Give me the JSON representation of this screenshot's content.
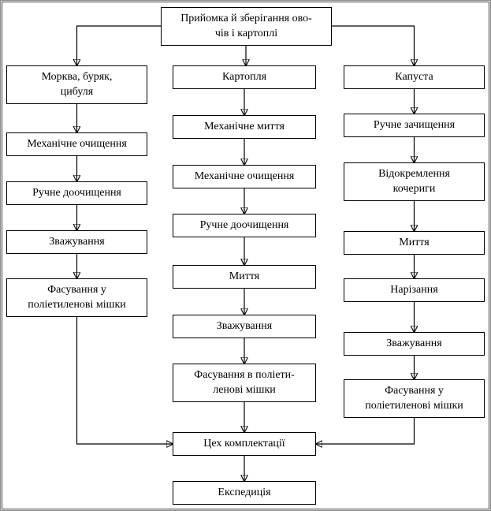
{
  "nodes": {
    "root": "Прийомка й зберігання ово-\nчів і картоплі",
    "left": [
      "Морква, буряк,\nцибуля",
      "Механічне очищення",
      "Ручне доочищення",
      "Зважування",
      "Фасування у\nполіетиленові мішки"
    ],
    "middle": [
      "Картопля",
      "Механічне миття",
      "Механічне очищення",
      "Ручне доочищення",
      "Миття",
      "Зважування",
      "Фасування в поліети-\nленові мішки"
    ],
    "right": [
      "Капуста",
      "Ручне зачищення",
      "Відокремлення\nкочериги",
      "Миття",
      "Нарізання",
      "Зважування",
      "Фасування у\nполіетиленові мішки"
    ],
    "assembly": "Цех комплектації",
    "expedition": "Експедиція"
  },
  "colors": {
    "line": "#000000",
    "box_border": "#000000",
    "background": "#ffffff"
  }
}
